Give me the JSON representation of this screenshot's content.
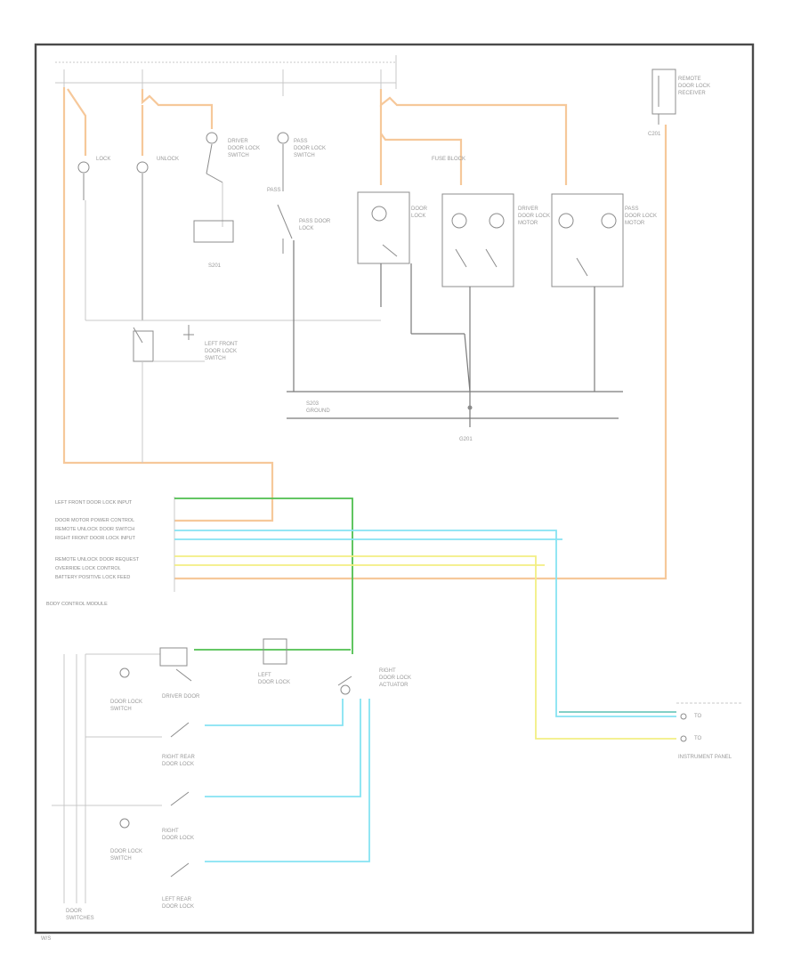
{
  "diagram": {
    "connector_pins": [
      {
        "id": "pin1",
        "label": "LEFT FRONT DOOR LOCK INPUT"
      },
      {
        "id": "pin2",
        "label": "DOOR MOTOR POWER CONTROL"
      },
      {
        "id": "pin3",
        "label": "REMOTE UNLOCK DOOR SWITCH"
      },
      {
        "id": "pin4",
        "label": "RIGHT FRONT DOOR LOCK INPUT"
      },
      {
        "id": "pin5",
        "label": "REMOTE UNLOCK DOOR REQUEST"
      },
      {
        "id": "pin6",
        "label": "OVERRIDE LOCK CONTROL"
      },
      {
        "id": "pin7",
        "label": "BATTERY POSITIVE LOCK FEED"
      }
    ],
    "module_label": "BODY CONTROL MODULE",
    "ground_label": "G201",
    "fuse_label": "FUSE BLOCK",
    "corner_code": "W/S",
    "wire_colors": {
      "orange": "#f6c89a",
      "green": "#4fbf4f",
      "cyan": "#86e3f2",
      "yellow": "#f2ee83",
      "teal": "#5cc0b4",
      "frame": "#4a4a4a",
      "gray": "#c8c8c8"
    }
  }
}
